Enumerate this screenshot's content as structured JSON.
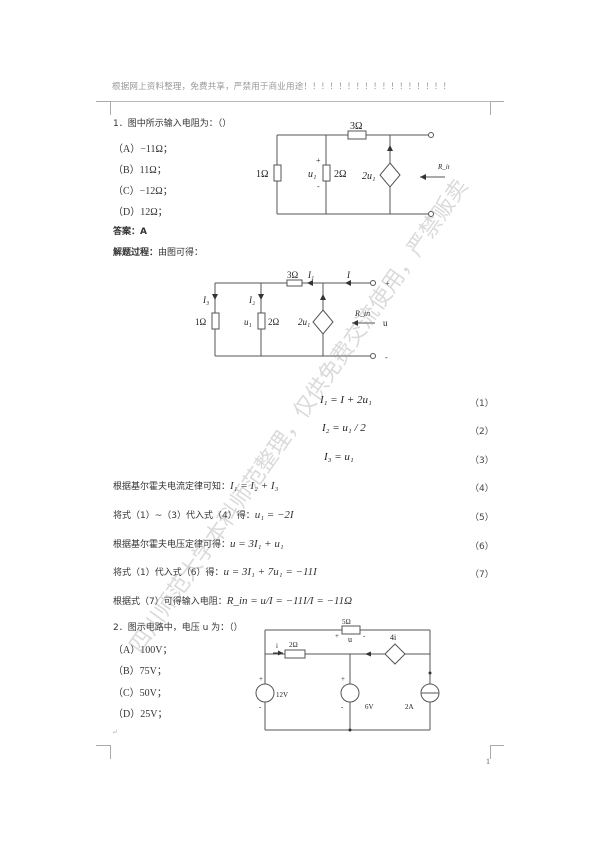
{
  "header": {
    "text": "根据网上资料整理，免费共享，严禁用于商业用途！！！！！！！！！！！！！！！！！"
  },
  "question1": {
    "stem": "1．图中所示输入电阻为：（）",
    "options": [
      "（A）−11Ω；",
      "（B）11Ω；",
      "（C）−12Ω；",
      "（D）12Ω；"
    ],
    "answer_label": "答案：",
    "answer_value": "A",
    "solution_label": "解题过程：",
    "solution_intro": "由图可得：",
    "circuit1": {
      "labels": {
        "r3": "3Ω",
        "r1": "1Ω",
        "r2": "2Ω",
        "u1": "u₁",
        "plus": "+",
        "minus": "-",
        "source": "2u₁",
        "rin": "R_in"
      }
    },
    "circuit2": {
      "labels": {
        "r3": "3Ω",
        "i1": "I₁",
        "i": "I",
        "i3": "I₃",
        "i2": "I₂",
        "r1": "1Ω",
        "r2": "2Ω",
        "u1": "u₁",
        "source": "2u₁",
        "rin": "R_in",
        "u": "u",
        "plus": "+",
        "minus": "-"
      }
    },
    "equations": [
      {
        "lead": "",
        "expr": "I₁ = I + 2u₁",
        "num": "（1）"
      },
      {
        "lead": "",
        "expr": "I₂ = u₁ / 2",
        "num": "（2）"
      },
      {
        "lead": "",
        "expr": "I₃ = u₁",
        "num": "（3）"
      },
      {
        "lead": "根据基尔霍夫电流定律可知：",
        "expr": "I₁ = I₂ + I₃",
        "num": "（4）"
      },
      {
        "lead": "将式（1）~（3）代入式（4）得：",
        "expr": "u₁ = −2I",
        "num": "（5）"
      },
      {
        "lead": "根据基尔霍夫电压定律可得：",
        "expr": "u = 3I₁ + u₁",
        "num": "（6）"
      },
      {
        "lead": "将式（1）代入式（6）得：",
        "expr": "u = 3I₁ + 7u₁ = −11I",
        "num": "（7）"
      },
      {
        "lead": "根据式（7）可得输入电阻：",
        "expr": "R_in = u/I = −11I/I = −11Ω",
        "num": ""
      }
    ]
  },
  "question2": {
    "stem": "2．图示电路中，电压 u 为：（）",
    "options": [
      "（A）100V；",
      "（B）75V；",
      "（C）50V；",
      "（D）25V；"
    ],
    "circuit": {
      "labels": {
        "r5": "5Ω",
        "u": "u",
        "plus": "+",
        "minus": "-",
        "i": "i",
        "r2": "2Ω",
        "dep": "4i",
        "v12": "12V",
        "v6": "6V",
        "a2": "2A"
      }
    }
  },
  "watermarks": [
    "四川师范大学本科师范整理，仅供免费交流使用，严禁贩卖"
  ],
  "footer": {
    "page_number": "1"
  }
}
